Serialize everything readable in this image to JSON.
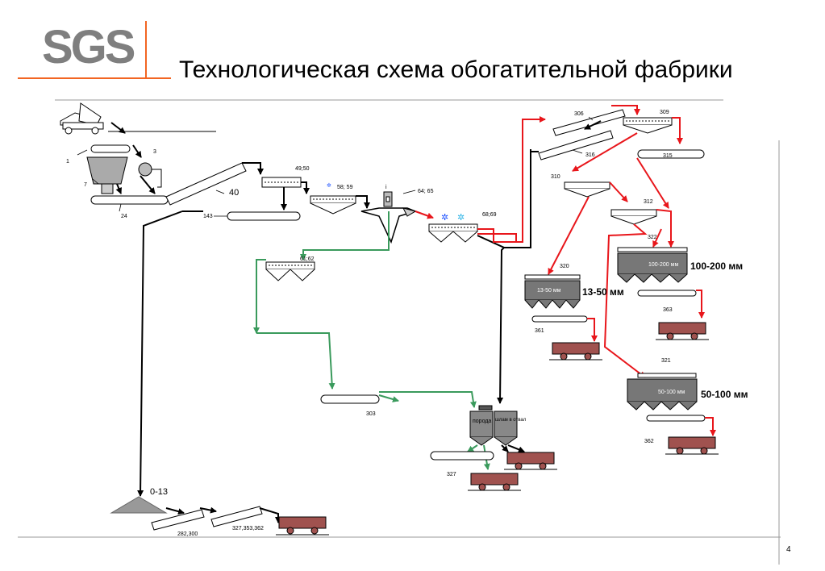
{
  "slide": {
    "title": "Технологическая схема обогатительной фабрики",
    "logo_text": "SGS",
    "page_number": "4"
  },
  "colors": {
    "accent_orange": "#f26522",
    "flow_black": "#000000",
    "flow_green": "#3a9a5c",
    "flow_red": "#e8161b",
    "wagon_body": "#a0524f"
  },
  "diagram": {
    "labels": {
      "n1": "1",
      "n3": "3",
      "n7": "7",
      "n24": "24",
      "n40": "40",
      "n143": "143",
      "n4950": "49;50",
      "n5859": "58; 59",
      "n6465": "64; 65",
      "n6869": "68;69",
      "n6182": "61;62",
      "n303": "303",
      "n306": "306",
      "n309": "309",
      "n316": "316",
      "n315": "315",
      "n310": "310",
      "n312": "312",
      "n320": "320",
      "n322": "322",
      "n361": "361",
      "n363": "363",
      "n321": "321",
      "n362": "362",
      "n327": "327",
      "n282": "282,300",
      "n327b": "327,353,362",
      "n013": "0-13"
    },
    "bunker_labels": {
      "b1350": "13-50 мм",
      "b100200": "100-200 мм",
      "b50100": "50-100 мм",
      "waste": "порода",
      "sludge": "шлам в отвал"
    },
    "fractions": {
      "f1350": "13-50 мм",
      "f100200": "100-200 мм",
      "f50100": "50-100 мм"
    }
  }
}
